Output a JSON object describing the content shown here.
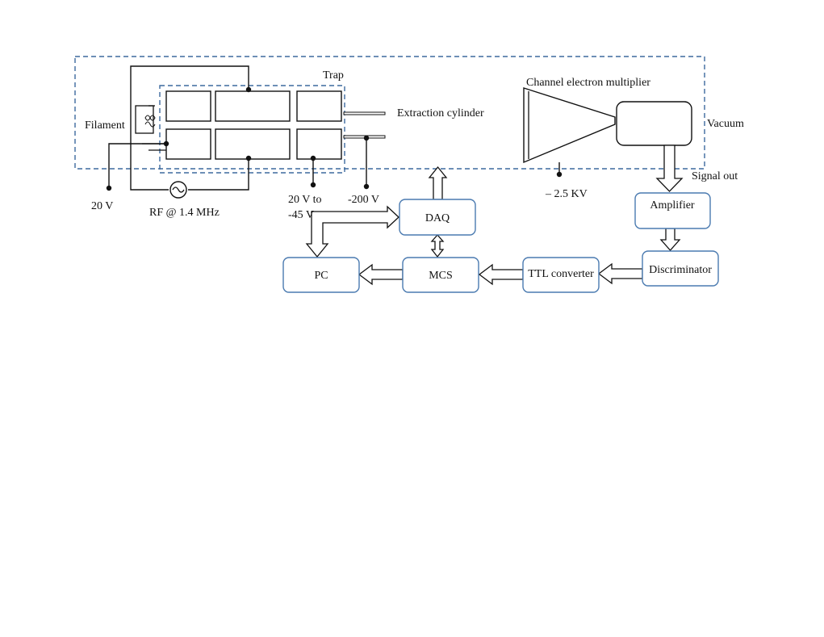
{
  "labels": {
    "trap": "Trap",
    "filament": "Filament",
    "extraction_cylinder": "Extraction cylinder",
    "channel_electron_multiplier": "Channel electron multiplier",
    "vacuum": "Vacuum",
    "signal_out": "Signal out",
    "v_filament": "20 V",
    "rf": "RF @ 1.4 MHz",
    "v_trap_line1": "20 V to",
    "v_trap_line2": "-45 V",
    "v_extraction": "-200 V",
    "v_cem": "– 2.5 KV"
  },
  "blocks": {
    "daq": "DAQ",
    "pc": "PC",
    "mcs": "MCS",
    "ttl": "TTL converter",
    "amplifier": "Amplifier",
    "discriminator": "Discriminator"
  },
  "colors": {
    "dashed_border": "#3d6a9e",
    "block_border": "#4a7ab0",
    "line": "#111111"
  }
}
